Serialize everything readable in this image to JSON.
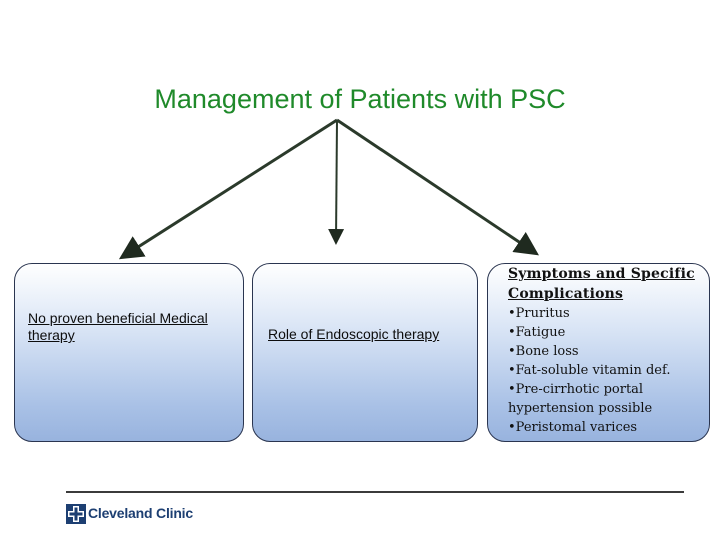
{
  "title": "Management of Patients with PSC",
  "boxes": [
    {
      "text": "No proven beneficial Medical therapy"
    },
    {
      "text": "Role of Endoscopic therapy"
    },
    {
      "heading": "Symptoms and Specific Complications",
      "items": [
        "•Pruritus",
        "•Fatigue",
        "•Bone loss",
        "•Fat-soluble vitamin def.",
        "•Pre-cirrhotic portal hypertension possible",
        "•Peristomal varices"
      ]
    }
  ],
  "footer": {
    "logo_text": "Cleveland Clinic"
  },
  "colors": {
    "title": "#1f8a2a",
    "arrow": "#1f2a1f",
    "logo": "#1d3f72",
    "box_border": "#2a3550"
  }
}
